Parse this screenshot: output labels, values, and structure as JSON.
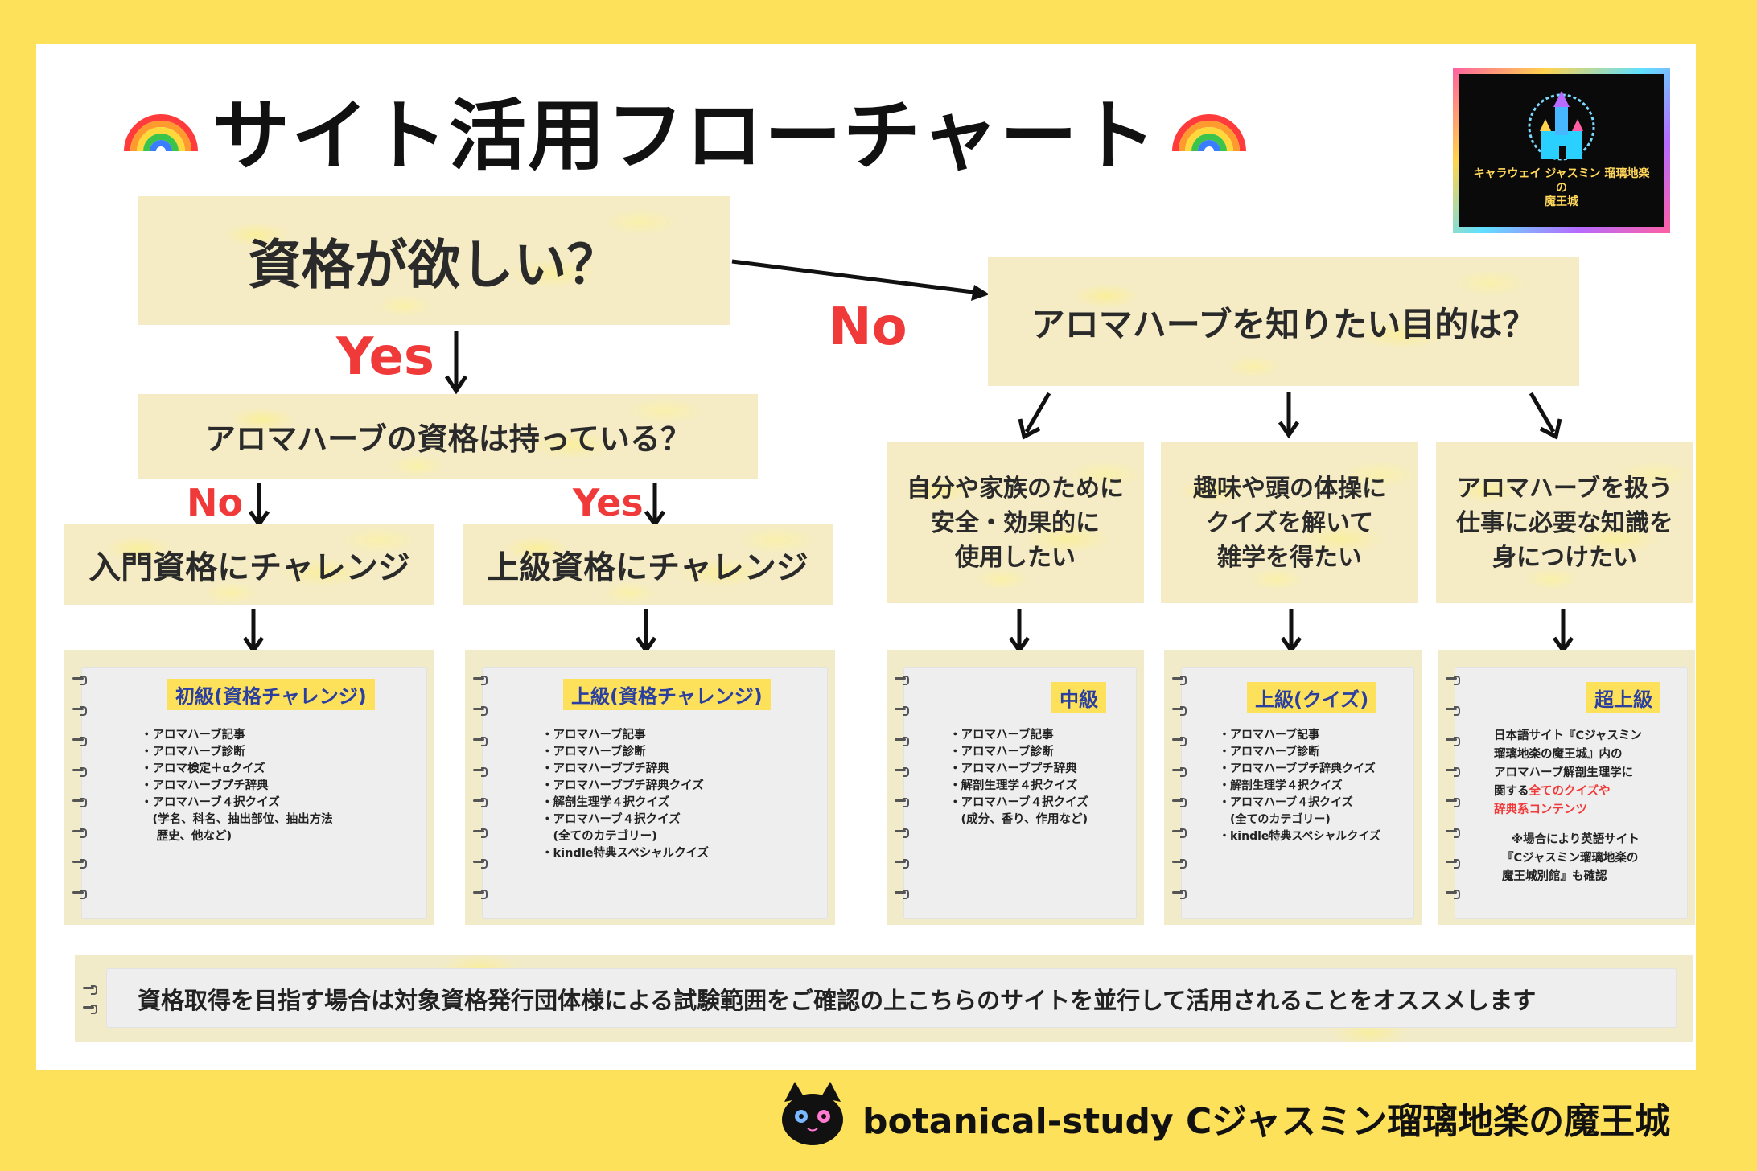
{
  "title": "サイト活用フローチャート",
  "logo": {
    "line1": "キャラウェイ ジャスミン 瑠璃地楽",
    "line2": "の",
    "line3": "魔王城"
  },
  "q1": "資格が欲しい？",
  "q1_yes": "Yes",
  "q1_no": "No",
  "q2": "アロマハーブの資格は持っている？",
  "q2_no": "No",
  "q2_yes": "Yes",
  "intro_challenge": "入門資格にチャレンジ",
  "advanced_challenge": "上級資格にチャレンジ",
  "q3": "アロマハーブを知りたい目的は？",
  "purposes": [
    [
      "自分や家族のために",
      "安全・効果的に",
      "使用したい"
    ],
    [
      "趣味や頭の体操に",
      "クイズを解いて",
      "雑学を得たい"
    ],
    [
      "アロマハーブを扱う",
      "仕事に必要な知識を",
      "身につけたい"
    ]
  ],
  "notes": [
    {
      "label": "初級(資格チャレンジ)",
      "items": [
        "・アロマハーブ記事",
        "・アロマハーブ診断",
        "・アロマ検定＋αクイズ",
        "・アロマハーブプチ辞典",
        "・アロマハーブ４択クイズ",
        "　(学名、科名、抽出部位、抽出方法",
        "　 歴史、他など)"
      ]
    },
    {
      "label": "上級(資格チャレンジ)",
      "items": [
        "・アロマハーブ記事",
        "・アロマハーブ診断",
        "・アロマハーブプチ辞典",
        "・アロマハーブプチ辞典クイズ",
        "・解剖生理学４択クイズ",
        "・アロマハーブ４択クイズ",
        "　(全てのカテゴリー)",
        "・kindle特典スペシャルクイズ"
      ]
    },
    {
      "label": "中級",
      "items": [
        "・アロマハーブ記事",
        "・アロマハーブ診断",
        "・アロマハーブプチ辞典",
        "・解剖生理学４択クイズ",
        "・アロマハーブ４択クイズ",
        "　(成分、香り、作用など)"
      ]
    },
    {
      "label": "上級(クイズ)",
      "items": [
        "・アロマハーブ記事",
        "・アロマハーブ診断",
        "・アロマハーブプチ辞典クイズ",
        "・解剖生理学４択クイズ",
        "・アロマハーブ４択クイズ",
        "　(全てのカテゴリー)",
        "・kindle特典スペシャルクイズ"
      ]
    },
    {
      "label": "超上級",
      "line1": "日本語サイト『Cジャスミン",
      "line2": "瑠璃地楽の魔王城』内の",
      "line3": "アロマハーブ解剖生理学に",
      "line4_pre": "関する",
      "line4_hl": "全てのクイズや",
      "line5_hl": "辞典系コンテンツ",
      "note1": "※場合により英語サイト",
      "note2": "『Cジャスミン瑠璃地楽の",
      "note3": "魔王城別館』も確認"
    }
  ],
  "bottom_note": "資格取得を目指す場合は対象資格発行団体様による試験範囲をご確認の上こちらのサイトを並行して活用されることをオススメします",
  "footer": "botanical-study Cジャスミン瑠璃地楽の魔王城",
  "colors": {
    "background": "#fde15b",
    "accent_red": "#f03a3a",
    "label_blue": "#2a3fa0"
  }
}
